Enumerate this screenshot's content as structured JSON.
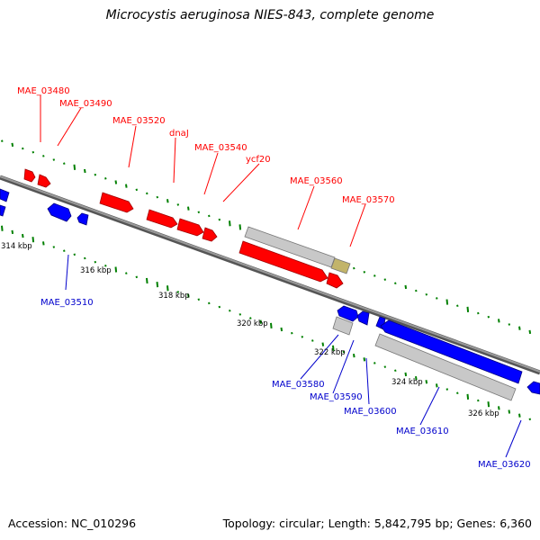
{
  "title": "Microcystis aeruginosa NIES-843, complete genome",
  "footer": {
    "accession": "Accession: NC_010296",
    "summary": "Topology: circular; Length: 5,842,795 bp; Genes: 6,360"
  },
  "colors": {
    "forward_gene": "#ff0000",
    "reverse_gene": "#0000ff",
    "gray_feature": "#c8c8c8",
    "olive_feature": "#c2b46a",
    "backbone": "#808080",
    "gc_marks": "#008000"
  },
  "scale_labels": [
    "314 kbp",
    "316 kbp",
    "318 kbp",
    "320 kbp",
    "322 kbp",
    "324 kbp",
    "326 kbp"
  ],
  "forward_labels": [
    "MAE_03480",
    "MAE_03490",
    "MAE_03520",
    "dnaJ",
    "MAE_03540",
    "ycf20",
    "MAE_03560",
    "MAE_03570"
  ],
  "reverse_labels": [
    "MAE_03510",
    "MAE_03580",
    "MAE_03590",
    "MAE_03600",
    "MAE_03610",
    "MAE_03620"
  ]
}
